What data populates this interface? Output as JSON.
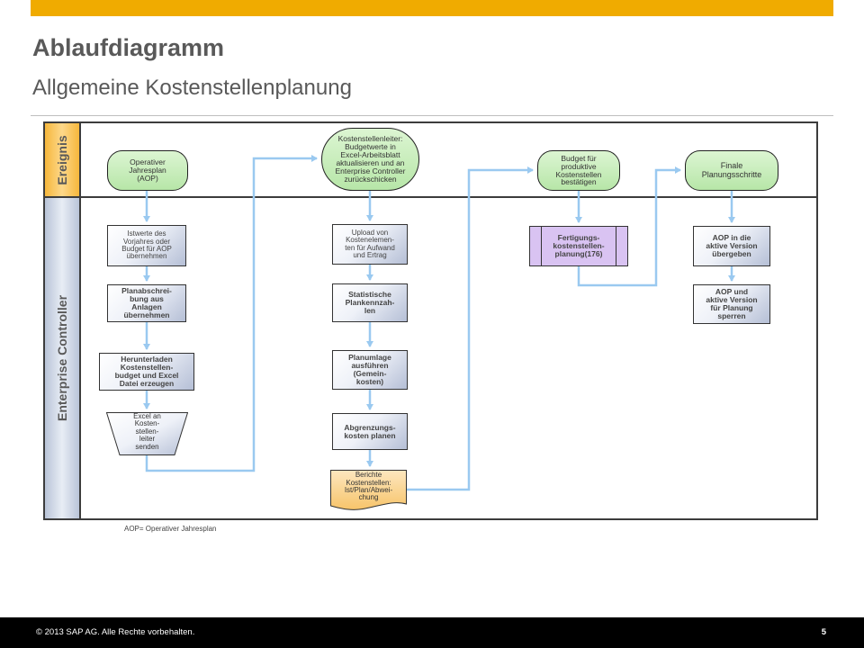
{
  "title": "Ablaufdiagramm",
  "subtitle": "Allgemeine Kostenstellenplanung",
  "lanes": {
    "ereignis": "Ereignis",
    "enterprise": "Enterprise Controller"
  },
  "events": {
    "aop": "Operativer\nJahresplan\n(AOP)",
    "kostenstellenleiter": "Kostenstellenleiter:\nBudgetwerte in\nExcel-Arbeitsblatt\naktualisieren und an\nEnterprise Controller\nzurückschicken",
    "budget": "Budget für\nproduktive\nKostenstellen\nbestätigen",
    "finale": "Finale\nPlanungsschritte"
  },
  "tasks": {
    "istwerte": "Istwerte des\nVorjahres oder\nBudget für AOP\nübernehmen",
    "planabschreibung": "Planabschrei-\nbung aus\nAnlagen\nübernehmen",
    "herunterladen": "Herunterladen\nKostenstellen-\nbudget und Excel\nDatei erzeugen",
    "upload": "Upload von\nKostenelemen-\nten für Aufwand\nund Ertrag",
    "statistische": "Statistische\nPlankennzah-\nlen",
    "planumlage": "Planumlage\nausführen\n(Gemein-\nkosten)",
    "abgrenzung": "Abgrenzungs-\nkosten planen",
    "fertigung": "Fertigungs-\nkostenstellen-\nplanung(176)",
    "aop_uebergeben": "AOP in die\naktive Version\nübergeben",
    "aop_sperren": "AOP und\naktive Version\nfür Planung\nsperren"
  },
  "manual": {
    "excel_senden": "Excel an\nKosten-\nstellen-\nleiter\nsenden"
  },
  "document": {
    "berichte": "Berichte\nKostenstellen:\nIst/Plan/Abwei-\nchung"
  },
  "note": "AOP= Operativer Jahresplan",
  "footer": {
    "copyright": "© 2013 SAP AG. Alle Rechte vorbehalten.",
    "page": "5"
  },
  "colors": {
    "accent": "#f0ab00",
    "connector": "#9ac9f0",
    "event_fill": "#c8edbb",
    "subprocess_fill": "#d9c3f2",
    "task_fill": "#c9d1e3"
  }
}
